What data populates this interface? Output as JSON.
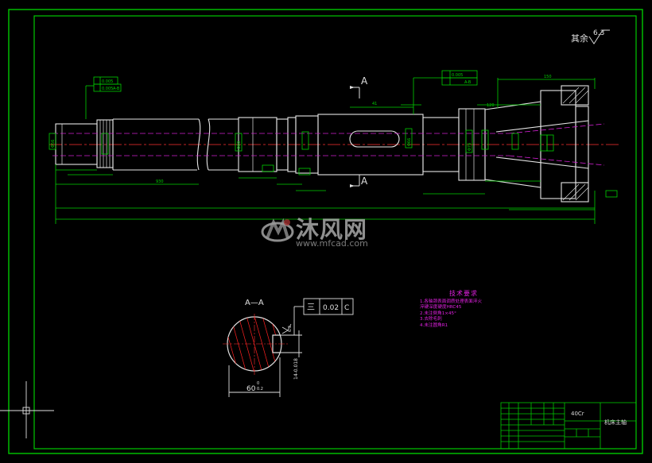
{
  "roughness_note": {
    "label": "其余",
    "value": "6.3"
  },
  "section_marks": {
    "top": "A",
    "bottom": "A"
  },
  "section_view": {
    "title": "A—A",
    "tolerance_symbol": "三",
    "tolerance_value": "0.02",
    "datum": "C",
    "width_dim": "60",
    "width_tol_upper": "0",
    "width_tol_lower": "0.2",
    "depth_dim": "14-0.018",
    "roughness": "6.3"
  },
  "shaft_labels": {
    "ftol_1a": "0.005",
    "ftol_1b": "0.005",
    "ftol_1c": "A-B",
    "ftol_2a": "0.005",
    "ftol_2b": "A-B",
    "len_total": "930",
    "len_right": "150",
    "len_a": "41",
    "len_b": "120",
    "dia_a": "Φ56",
    "dia_b": "Φ60",
    "dia_c": "Φ66",
    "dia_d": "Φ76"
  },
  "technical_requirements": {
    "title": "技术要求",
    "items": [
      "1.各轴颈表面调质处理表面淬火",
      "   淬硬深度硬度HRC45",
      "2.未注倒角1×45°",
      "3.去除毛刺",
      "4.未注圆角R1"
    ]
  },
  "title_block": {
    "material": "40Cr",
    "part_name": "机床主轴"
  },
  "watermark": {
    "brand": "沐风网",
    "url": "www.mfcad.com"
  }
}
